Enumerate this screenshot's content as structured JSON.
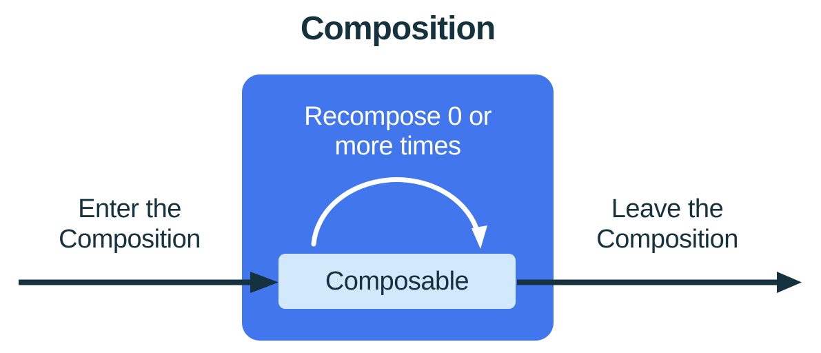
{
  "diagram": {
    "title": "Composition",
    "recompose_label": "Recompose 0 or\nmore times",
    "composable_label": "Composable",
    "enter_label": "Enter the\nComposition",
    "leave_label": "Leave the\nComposition"
  },
  "colors": {
    "background": "#FFFFFF",
    "box_blue": "#4276ED",
    "box_light_blue": "#D1E9FB",
    "navy": "#16323F",
    "white": "#FFFFFF"
  }
}
